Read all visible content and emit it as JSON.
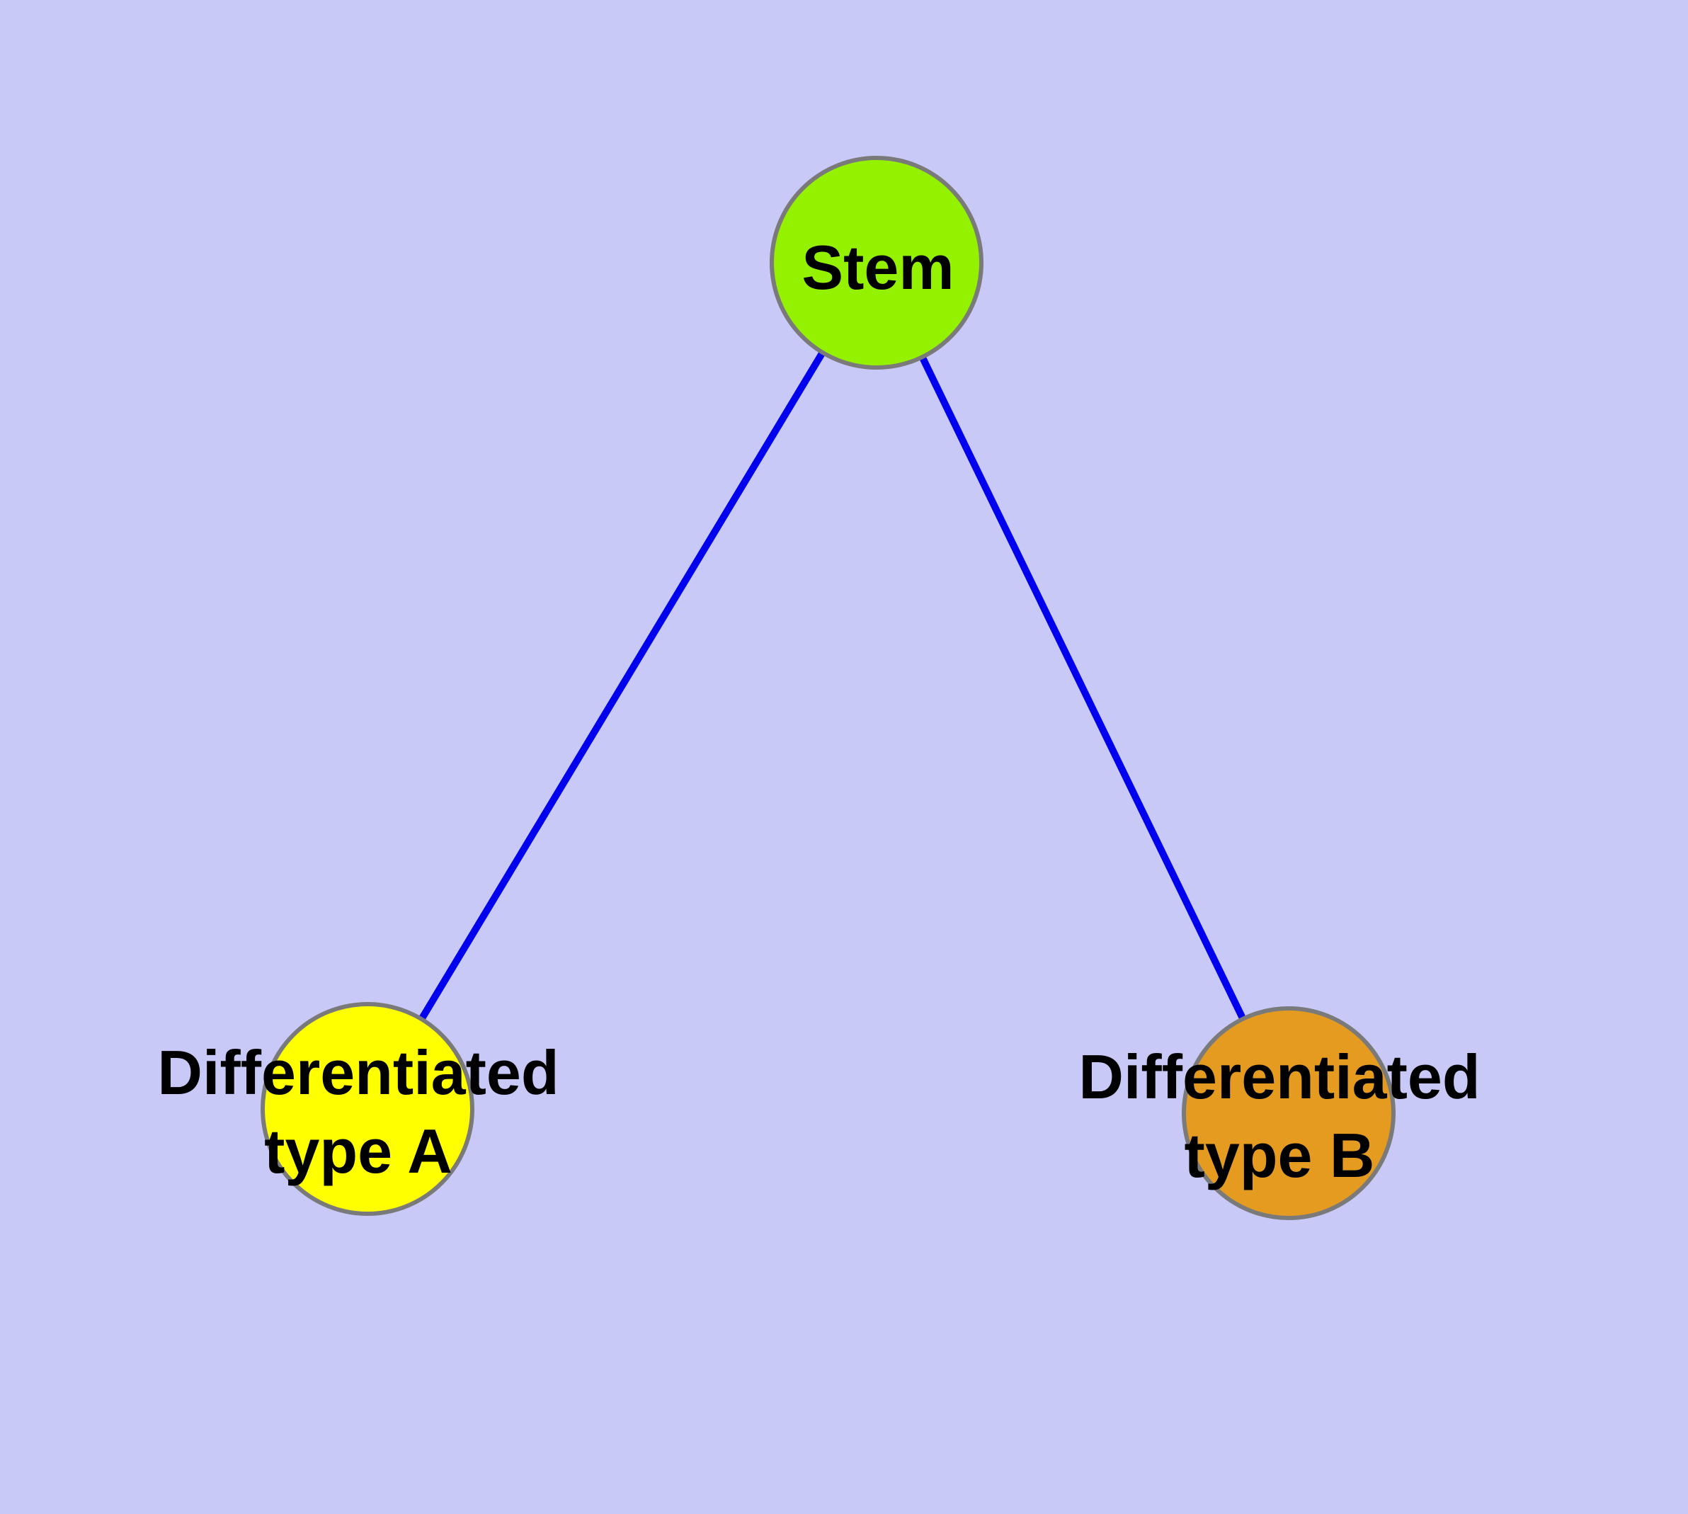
{
  "diagram": {
    "background_color": "#c9c9f8",
    "edge_color": "#0000ee",
    "node_border_color": "#7a7a7a",
    "label_color": "#000000",
    "nodes": {
      "stem": {
        "label": "Stem",
        "fill_color": "#94f100"
      },
      "type_a": {
        "label_line1": "Differentiated",
        "label_line2": "type A",
        "fill_color": "#ffff00"
      },
      "type_b": {
        "label_line1": "Differentiated",
        "label_line2": "type B",
        "fill_color": "#e49b20"
      }
    },
    "edges": [
      {
        "from": "stem",
        "to": "type_a"
      },
      {
        "from": "stem",
        "to": "type_b"
      }
    ]
  }
}
